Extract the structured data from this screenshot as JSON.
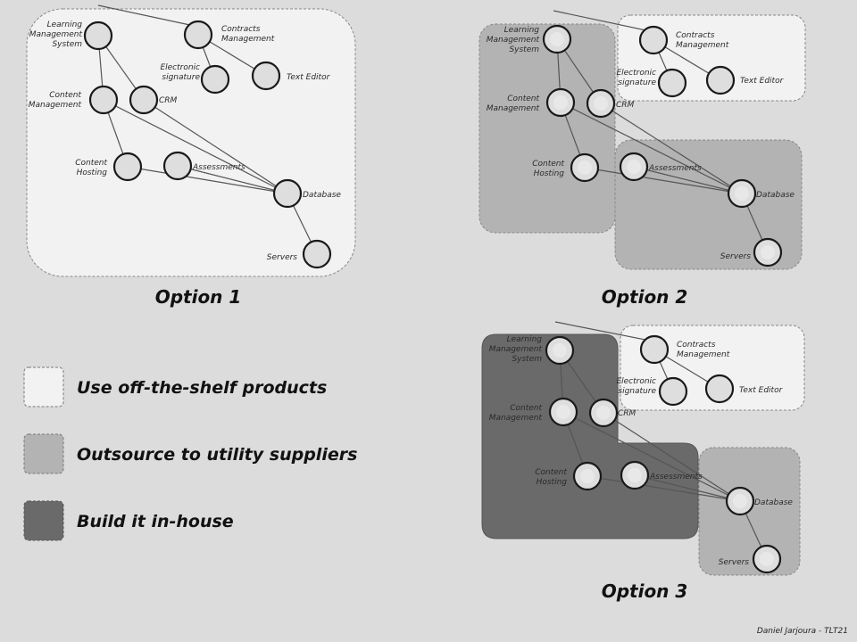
{
  "nodes": {
    "lms": "Learning\nManagement\nSystem",
    "contracts": "Contracts\nManagement",
    "esign": "Electronic\nsignature",
    "texteditor": "Text Editor",
    "content_mgmt": "Content\nManagement",
    "crm": "CRM",
    "content_hosting": "Content\nHosting",
    "assessments": "Assessments",
    "database": "Database",
    "servers": "Servers"
  },
  "options": [
    {
      "title": "Option 1"
    },
    {
      "title": "Option 2"
    },
    {
      "title": "Option 3"
    }
  ],
  "legend": [
    {
      "label": "Use off-the-shelf products",
      "color": "#f2f2f2"
    },
    {
      "label": "Outsource to utility suppliers",
      "color": "#b3b3b3"
    },
    {
      "label": "Build it in-house",
      "color": "#6a6a6a"
    }
  ],
  "credit": "Daniel Jarjoura - TLT21"
}
